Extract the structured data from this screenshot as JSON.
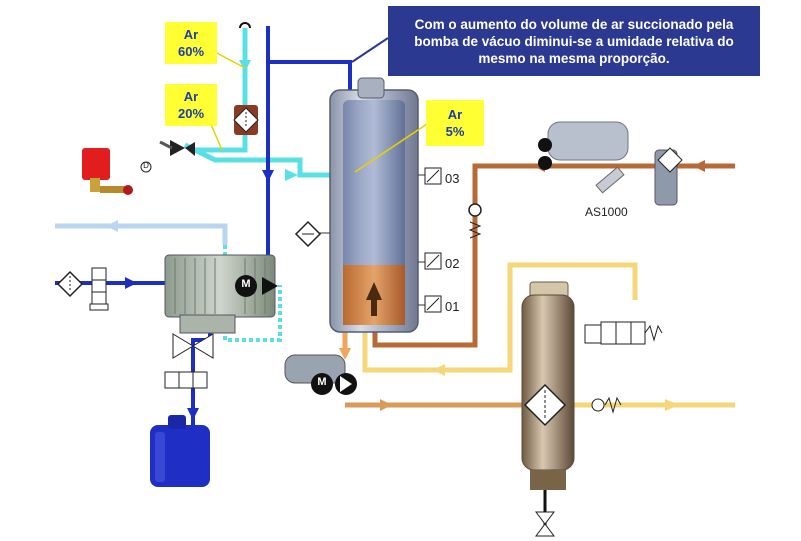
{
  "labels": {
    "air_60": "Ar\n60%",
    "air_20": "Ar\n20%",
    "air_5": "Ar\n5%"
  },
  "callout": "Com o aumento do volume de ar succionado pela bomba de vácuo diminui-se a umidade relativa do mesmo na mesma proporção.",
  "level_sensors": [
    "03",
    "02",
    "01"
  ],
  "sensor_model": "AS1000",
  "symbols": {
    "motor": "M",
    "valve_tag": "D"
  },
  "colors": {
    "air": "#58e0e6",
    "vacuum": "#1c2fc0",
    "oil": "#b86a36",
    "condensate": "#f5d77a",
    "return_line": "#b9d5ef",
    "label_bg": "#ffff33",
    "callout_bg": "#2c3991"
  },
  "icons": [
    "filter-icon",
    "heat-exchanger-icon",
    "valve-icon",
    "motor-icon",
    "pump-icon",
    "canister-icon",
    "level-sensor-icon",
    "check-valve-icon",
    "solenoid-valve-icon"
  ]
}
